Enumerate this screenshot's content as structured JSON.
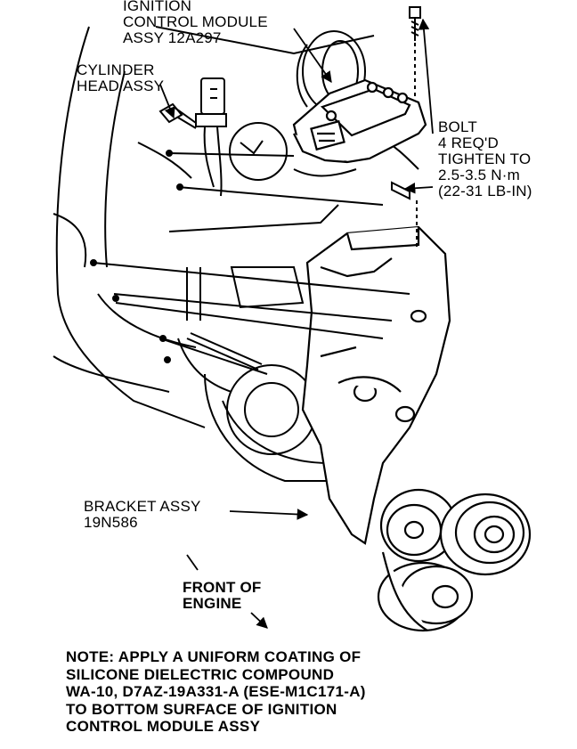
{
  "labels": {
    "ignition_module": [
      "IGNITION",
      "CONTROL MODULE",
      "ASSY 12A297"
    ],
    "cylinder_head": [
      "CYLINDER",
      "HEAD ASSY"
    ],
    "bolt": [
      "BOLT",
      "4 REQ'D",
      "TIGHTEN TO",
      "2.5-3.5 N·m",
      "(22-31 LB-IN)"
    ],
    "bracket": [
      "BRACKET ASSY",
      "19N586"
    ],
    "front_of_engine": [
      "FRONT OF",
      "ENGINE"
    ]
  },
  "note": [
    "NOTE: APPLY A UNIFORM COATING OF",
    "SILICONE DIELECTRIC COMPOUND",
    "WA-10, D7AZ-19A331-A (ESE-M1C171-A)",
    "TO BOTTOM SURFACE OF IGNITION",
    "CONTROL MODULE ASSY"
  ]
}
